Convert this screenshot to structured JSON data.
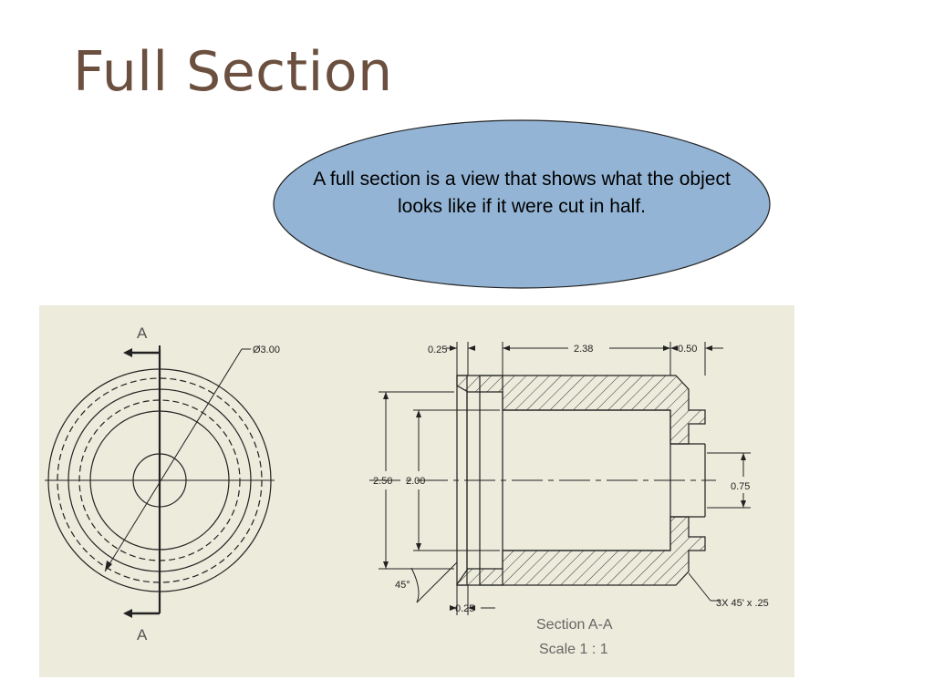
{
  "slide": {
    "title": "Full Section",
    "callout": "A full section is a view that shows what the object looks like if it were cut in half."
  },
  "drawing": {
    "section_label_top": "A",
    "section_label_bottom": "A",
    "dia_outer": "Ø3.00",
    "dim_left_chamfer": "0.25",
    "dim_length": "2.38",
    "dim_right_step": "0.50",
    "dim_outer_height": "2.50",
    "dim_bore": "2.00",
    "dim_hole": "0.75",
    "dim_angle": "45°",
    "dim_bottom_width": "0.25",
    "chamfer_note": "3X 45' x .25",
    "section_title": "Section A-A",
    "scale": "Scale  1 : 1"
  },
  "colors": {
    "title": "#6b4f3f",
    "callout_fill": "#93b4d4",
    "panel": "#ecebdc"
  }
}
